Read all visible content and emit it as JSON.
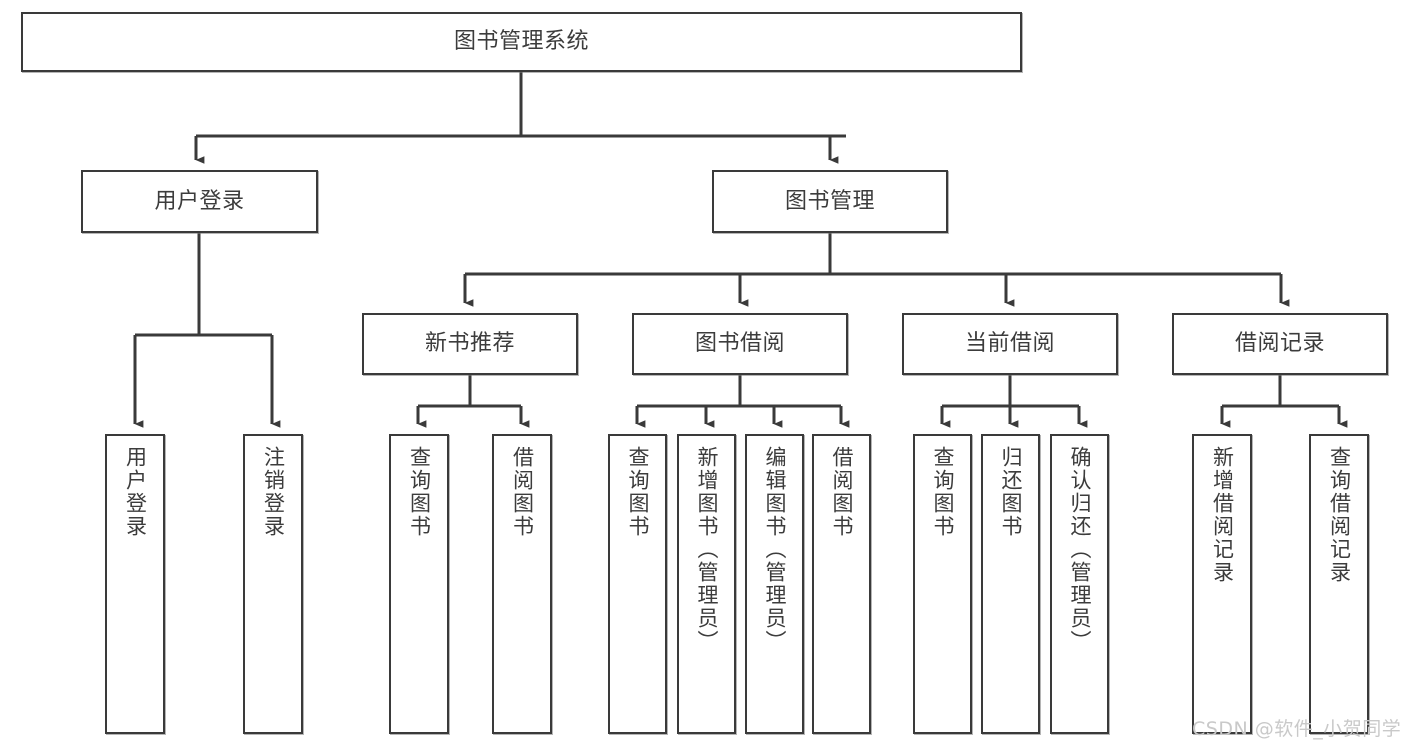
{
  "diagram": {
    "type": "hierarchy-tree",
    "title": "图书管理系统",
    "watermark": "CSDN @软件_小贺同学",
    "theme": {
      "background": "#ffffff",
      "border": "#3a3a3a",
      "text": "#3c3c3c",
      "watermark": "#c9c9c9"
    },
    "nodes": {
      "root": {
        "label": "图书管理系统"
      },
      "level2": [
        {
          "id": "user-login",
          "label": "用户登录"
        },
        {
          "id": "book-manage",
          "label": "图书管理"
        }
      ],
      "level3": [
        {
          "id": "new-book-rec",
          "label": "新书推荐"
        },
        {
          "id": "book-borrow",
          "label": "图书借阅"
        },
        {
          "id": "current-borrow",
          "label": "当前借阅"
        },
        {
          "id": "borrow-record",
          "label": "借阅记录"
        }
      ],
      "leaves": {
        "user_login": [
          {
            "id": "leaf-user-login",
            "label": "用户登录"
          },
          {
            "id": "leaf-logout",
            "label": "注销登录"
          }
        ],
        "new_book_rec": [
          {
            "id": "leaf-query-book-1",
            "label": "查询图书"
          },
          {
            "id": "leaf-borrow-book-1",
            "label": "借阅图书"
          }
        ],
        "book_borrow": [
          {
            "id": "leaf-query-book-2",
            "label": "查询图书"
          },
          {
            "id": "leaf-add-book",
            "label": "新增图书（管理员）"
          },
          {
            "id": "leaf-edit-book",
            "label": "编辑图书（管理员）"
          },
          {
            "id": "leaf-borrow-book-2",
            "label": "借阅图书"
          }
        ],
        "current_borrow": [
          {
            "id": "leaf-query-book-3",
            "label": "查询图书"
          },
          {
            "id": "leaf-return-book",
            "label": "归还图书"
          },
          {
            "id": "leaf-confirm-return",
            "label": "确认归还（管理员）"
          }
        ],
        "borrow_record": [
          {
            "id": "leaf-add-record",
            "label": "新增借阅记录"
          },
          {
            "id": "leaf-query-record",
            "label": "查询借阅记录"
          }
        ]
      }
    }
  }
}
